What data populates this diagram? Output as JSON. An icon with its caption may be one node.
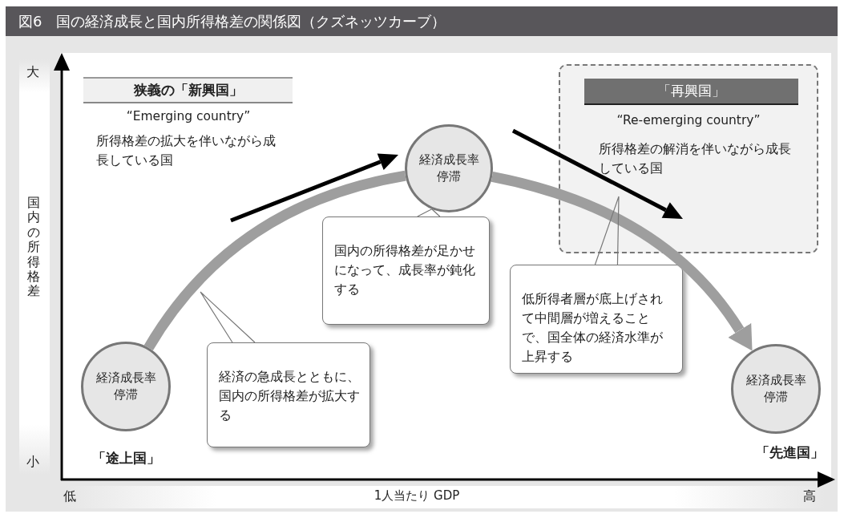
{
  "diagram": {
    "title": "図6　国の経済成長と国内所得格差の関係図（クズネッツカーブ）",
    "nodes": [
      {
        "text": [
          "経済成長率停滞"
        ],
        "beside": [
          "「途上国」"
        ]
      },
      {
        "text": [
          "経済成長率停滞"
        ]
      },
      {
        "text": [
          "経済成長率停滞"
        ],
        "beside": [
          "「先進国」"
        ]
      },
      {
        "text": [
          "経済の急成長とともに、国内の所得格差が拡大する"
        ]
      },
      {
        "text": [
          "国内の所得格差が足かせになって、成長率が鈍化する"
        ]
      },
      {
        "text": [
          "低所得者層が底上げされて中間層が増えることで、国全体の経済水準が上昇する"
        ]
      },
      {
        "text": [
          "狭義の「新興国」"
        ],
        "beside": [
          "“Emerging country”"
        ]
      },
      {
        "text": [
          "“Re-emerging country”",
          "所得格差の解消を伴いながら成長している国"
        ]
      },
      {
        "text": [
          "「再興国」"
        ],
        "in": 7
      }
    ],
    "edges": [
      {
        "from": 0,
        "to": 1,
        "arrow": "none",
        "style": "thick",
        "color": "#9e9e9e"
      },
      {
        "from": 1,
        "to": 2,
        "arrow": "to",
        "style": "thick",
        "color": "#9e9e9e"
      },
      {
        "from": 3,
        "to": null,
        "arrow": "none"
      },
      {
        "from": 4,
        "to": 1,
        "arrow": "none"
      },
      {
        "from": 5,
        "to": null,
        "arrow": "none"
      }
    ],
    "labels": [
      "大",
      "所得格差の拡大を伴いながら成長している国",
      "国内の所得格差",
      "小",
      "低",
      "1人当たり GDP",
      "高"
    ]
  }
}
